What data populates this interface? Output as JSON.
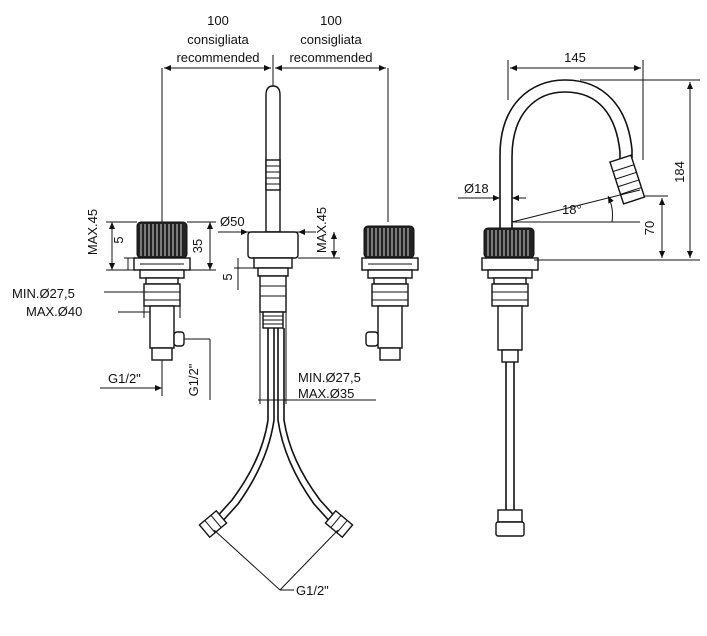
{
  "dimensions": {
    "spacing_left_value": "100",
    "spacing_left_note_it": "consigliata",
    "spacing_left_note_en": "recommended",
    "spacing_right_value": "100",
    "spacing_right_note_it": "consigliata",
    "spacing_right_note_en": "recommended",
    "left_max_height": "MAX.45",
    "left_5": "5",
    "left_35": "35",
    "left_min_hole": "MIN.Ø27,5",
    "left_max_hole": "MAX.Ø40",
    "left_thread_h": "G1/2\"",
    "left_thread_v": "G1/2\"",
    "center_diameter": "Ø50",
    "center_max_height": "MAX.45",
    "center_5": "5",
    "center_min_hole": "MIN.Ø27,5",
    "center_max_hole": "MAX.Ø35",
    "hoses_thread": "G1/2\"",
    "side_reach": "145",
    "side_height": "184",
    "side_outlet_diameter": "Ø18",
    "side_angle": "18°",
    "side_spout_height": "70"
  }
}
